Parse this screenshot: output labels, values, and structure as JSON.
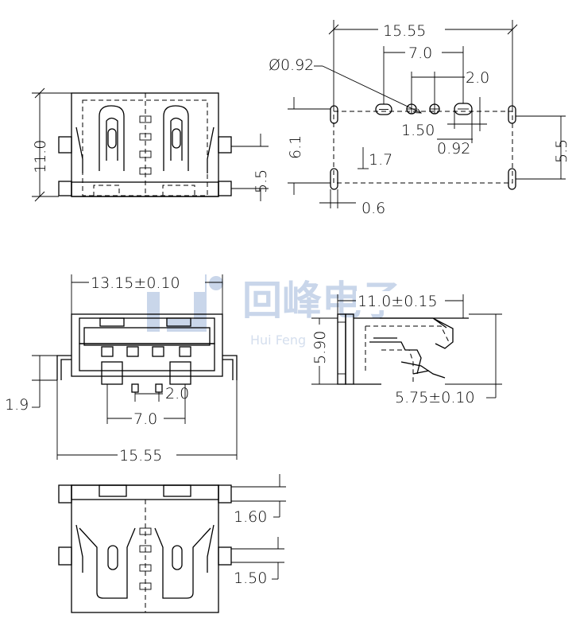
{
  "watermark": {
    "brand_cn": "回峰电子",
    "brand_en": "Hui Feng"
  },
  "views": {
    "top_view": {
      "height": "11.0",
      "half": "5.5"
    },
    "pcb_layout": {
      "width": "15.55",
      "pitch_outer": "7.0",
      "pitch_inner": "2.0",
      "hole_dia": "Ø0.92",
      "slot_w": "1.50",
      "slot_h": "0.92",
      "peg_span": "5.5",
      "row_span": "6.1",
      "peg_len": "1.7",
      "peg_w": "0.6"
    },
    "front_view": {
      "opening": "13.15±0.10",
      "pitch_inner": "2.0",
      "pitch_outer": "7.0",
      "overall": "15.55",
      "standoff": "1.9"
    },
    "side_view": {
      "length": "11.0±0.15",
      "height": "5.90",
      "depth": "5.75±0.10"
    },
    "bottom_view": {
      "tail": "1.60",
      "tab": "1.50"
    }
  }
}
